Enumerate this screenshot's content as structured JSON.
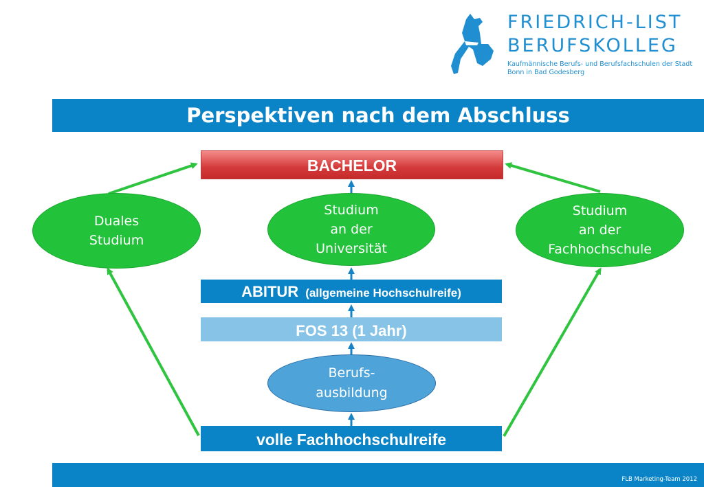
{
  "logo": {
    "line1": "FRIEDRICH-LIST",
    "line2": "BERUFSKOLLEG",
    "subtitle": "Kaufmännische Berufs- und Berufsfachschulen der Stadt Bonn in Bad Godesberg"
  },
  "title": "Perspektiven nach dem Abschluss",
  "boxes": {
    "bachelor": "BACHELOR",
    "abitur": "ABITUR",
    "abitur_sub": "(allgemeine Hochschulreife)",
    "fos": "FOS 13 (1 Jahr)",
    "fachhochschulreife": "volle Fachhochschulreife"
  },
  "ellipses": {
    "dual": [
      "Duales",
      "Studium"
    ],
    "universitaet": [
      "Studium",
      "an der",
      "Universität"
    ],
    "fachhochschule": [
      "Studium",
      "an der",
      "Fachhochschule"
    ],
    "berufsausbildung": [
      "Berufs-",
      "ausbildung"
    ]
  },
  "footer": "FLB Marketing-Team 2012",
  "colors": {
    "primary_blue": "#0a83c7",
    "light_blue": "#86c3e6",
    "ellipse_green": "#22c33a",
    "arrow_green": "#2fc43f",
    "bachelor_red": "#d43a3a",
    "ellipse_blue": "#4ea3d9"
  }
}
